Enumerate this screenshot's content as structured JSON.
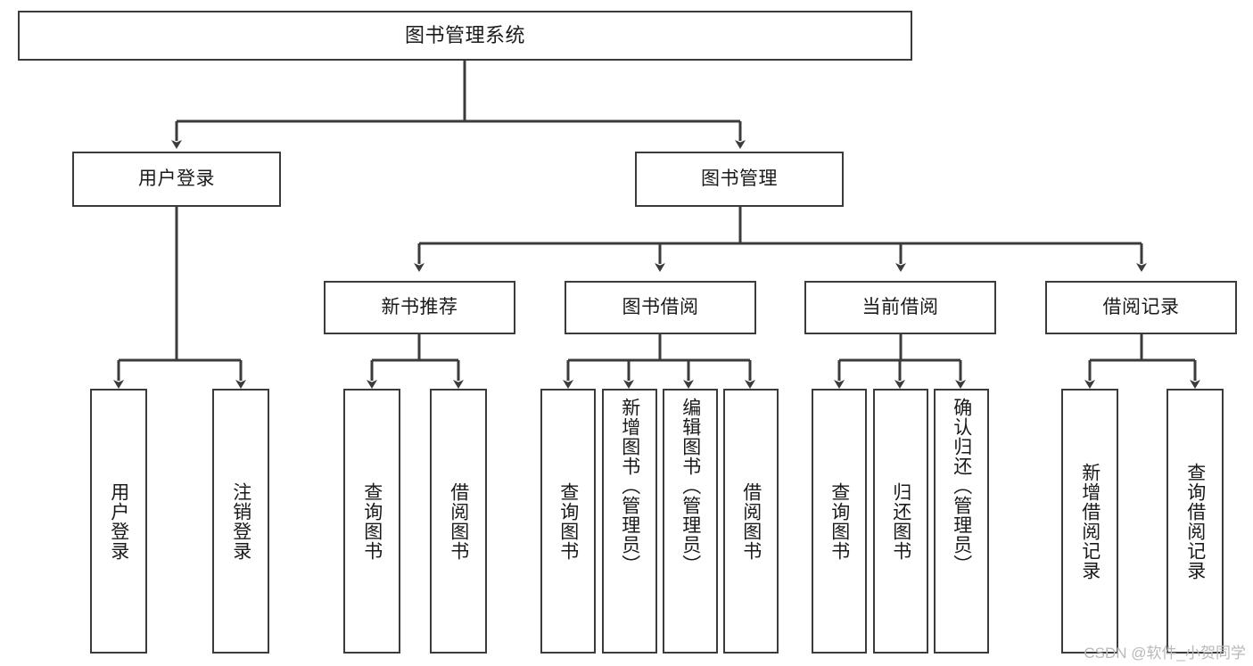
{
  "diagram": {
    "type": "tree-hierarchy",
    "title": "图书管理系统",
    "watermark": "CSDN @软件_小贺同学",
    "colors": {
      "box_border": "#3b3b3b",
      "box_fill": "#ffffff",
      "connector": "#3b3b3b",
      "text": "#1a1a1a",
      "watermark": "#b9b9b9"
    },
    "root": {
      "id": "root",
      "label": "图书管理系统",
      "orientation": "horizontal"
    },
    "level2": [
      {
        "id": "user-login",
        "label": "用户登录",
        "orientation": "horizontal"
      },
      {
        "id": "book-management",
        "label": "图书管理",
        "orientation": "horizontal"
      }
    ],
    "level3": [
      {
        "id": "new-book-recommend",
        "label": "新书推荐",
        "orientation": "horizontal",
        "parent": "book-management"
      },
      {
        "id": "book-borrow",
        "label": "图书借阅",
        "orientation": "horizontal",
        "parent": "book-management"
      },
      {
        "id": "current-borrow",
        "label": "当前借阅",
        "orientation": "horizontal",
        "parent": "book-management"
      },
      {
        "id": "borrow-record",
        "label": "借阅记录",
        "orientation": "horizontal",
        "parent": "book-management"
      }
    ],
    "leaves": [
      {
        "id": "leaf-user-login",
        "label": "用户登录",
        "parent": "user-login",
        "orientation": "vertical"
      },
      {
        "id": "leaf-user-logout",
        "label": "注销登录",
        "parent": "user-login",
        "orientation": "vertical"
      },
      {
        "id": "leaf-query-book-1",
        "label": "查询图书",
        "parent": "new-book-recommend",
        "orientation": "vertical"
      },
      {
        "id": "leaf-borrow-book-1",
        "label": "借阅图书",
        "parent": "new-book-recommend",
        "orientation": "vertical"
      },
      {
        "id": "leaf-query-book-2",
        "label": "查询图书",
        "parent": "book-borrow",
        "orientation": "vertical"
      },
      {
        "id": "leaf-add-book",
        "label": "新增图书（管理员）",
        "parent": "book-borrow",
        "orientation": "vertical"
      },
      {
        "id": "leaf-edit-book",
        "label": "编辑图书（管理员）",
        "parent": "book-borrow",
        "orientation": "vertical"
      },
      {
        "id": "leaf-borrow-book-2",
        "label": "借阅图书",
        "parent": "book-borrow",
        "orientation": "vertical"
      },
      {
        "id": "leaf-query-book-3",
        "label": "查询图书",
        "parent": "current-borrow",
        "orientation": "vertical"
      },
      {
        "id": "leaf-return-book",
        "label": "归还图书",
        "parent": "current-borrow",
        "orientation": "vertical"
      },
      {
        "id": "leaf-confirm-return",
        "label": "确认归还（管理员）",
        "parent": "current-borrow",
        "orientation": "vertical"
      },
      {
        "id": "leaf-add-record",
        "label": "新增借阅记录",
        "parent": "borrow-record",
        "orientation": "vertical"
      },
      {
        "id": "leaf-query-record",
        "label": "查询借阅记录",
        "parent": "borrow-record",
        "orientation": "vertical"
      }
    ]
  }
}
